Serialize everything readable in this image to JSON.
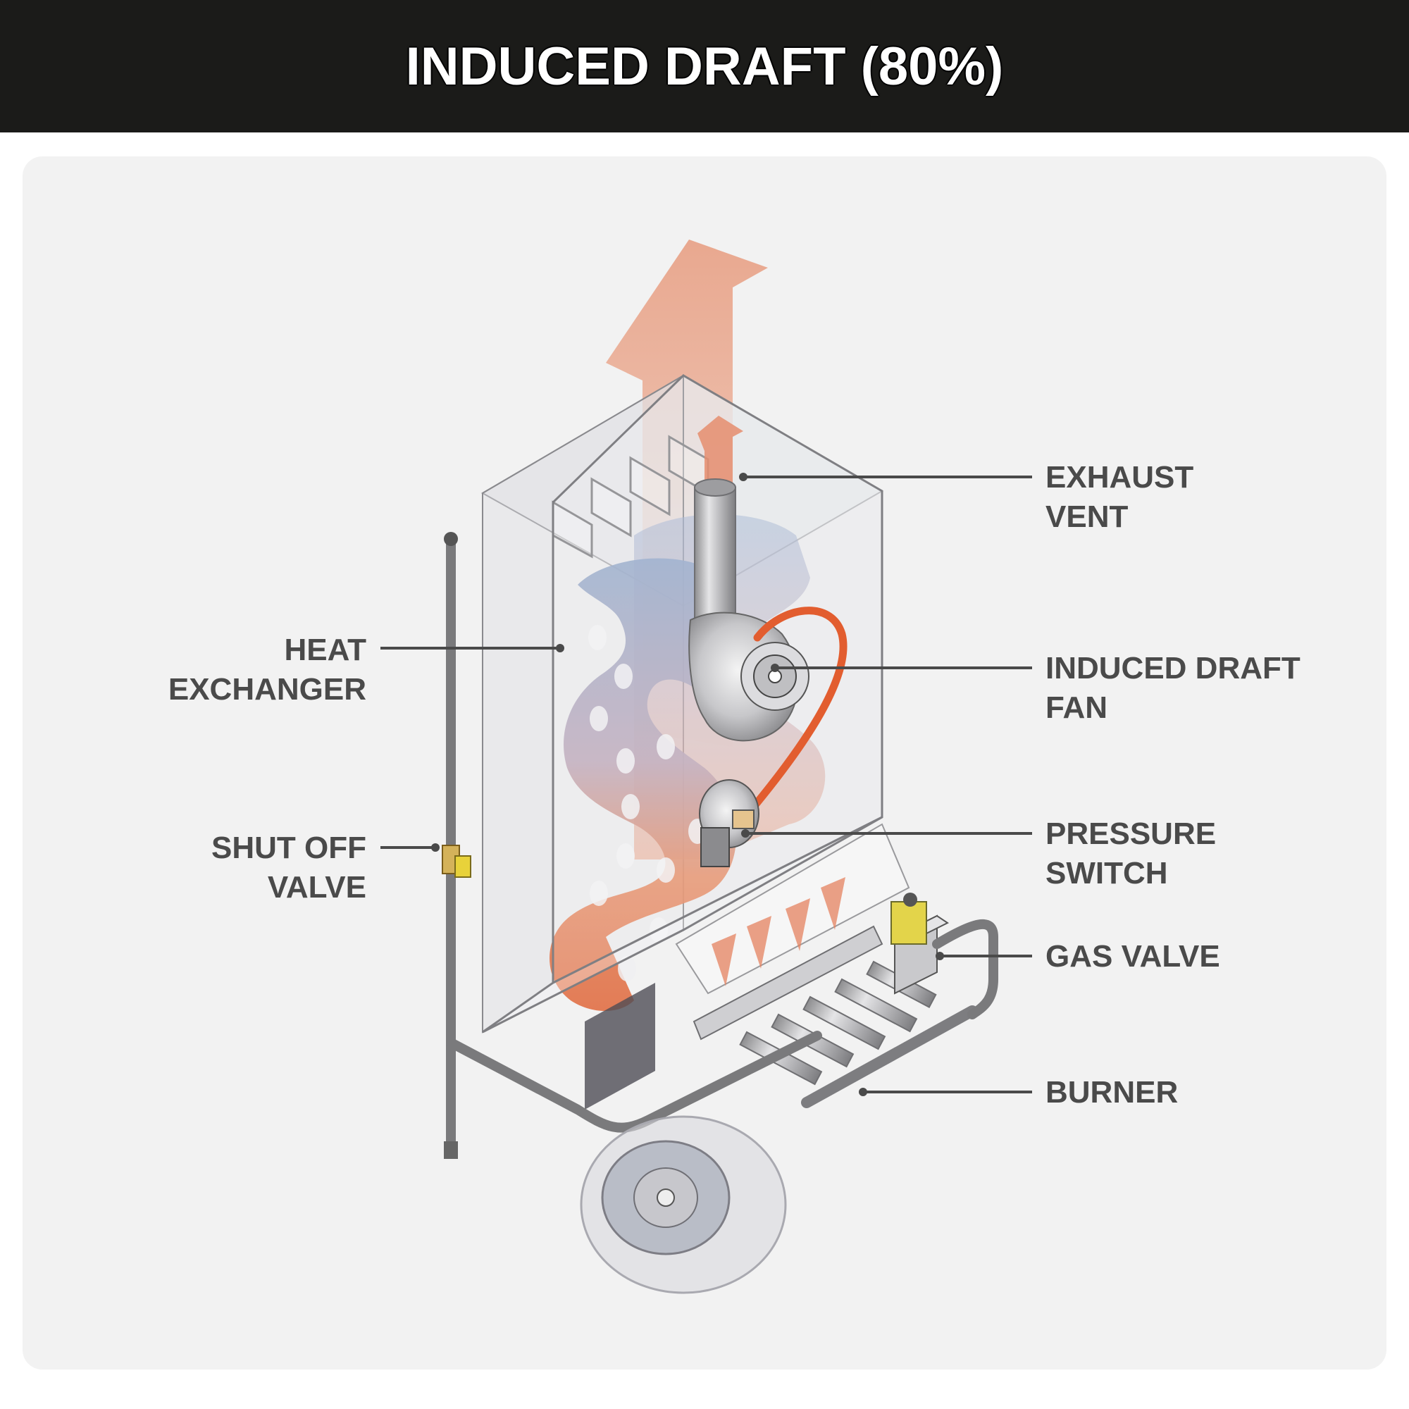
{
  "header": {
    "title": "INDUCED DRAFT (80%)"
  },
  "labels": {
    "exhaust_vent": {
      "line1": "EXHAUST",
      "line2": "VENT"
    },
    "heat_exchanger": {
      "line1": "HEAT",
      "line2": "EXCHANGER"
    },
    "induced_draft_fan": {
      "line1": "INDUCED DRAFT",
      "line2": "FAN"
    },
    "pressure_switch": {
      "line1": "PRESSURE",
      "line2": "SWITCH"
    },
    "shut_off_valve": {
      "line1": "SHUT OFF",
      "line2": "VALVE"
    },
    "gas_valve": {
      "line1": "GAS VALVE"
    },
    "burner": {
      "line1": "BURNER"
    }
  },
  "colors": {
    "header_bg": "#1b1b19",
    "panel_bg": "#f2f2f2",
    "label_text": "#4a4a4a",
    "leader_line": "#4a4a4a",
    "exhaust_arrow": "#e7a48d",
    "hot_flue": "#e07a57",
    "cool_flue": "#8fa3c4",
    "pressure_hose": "#e25d2f",
    "valve_yellow": "#e3c93a"
  }
}
